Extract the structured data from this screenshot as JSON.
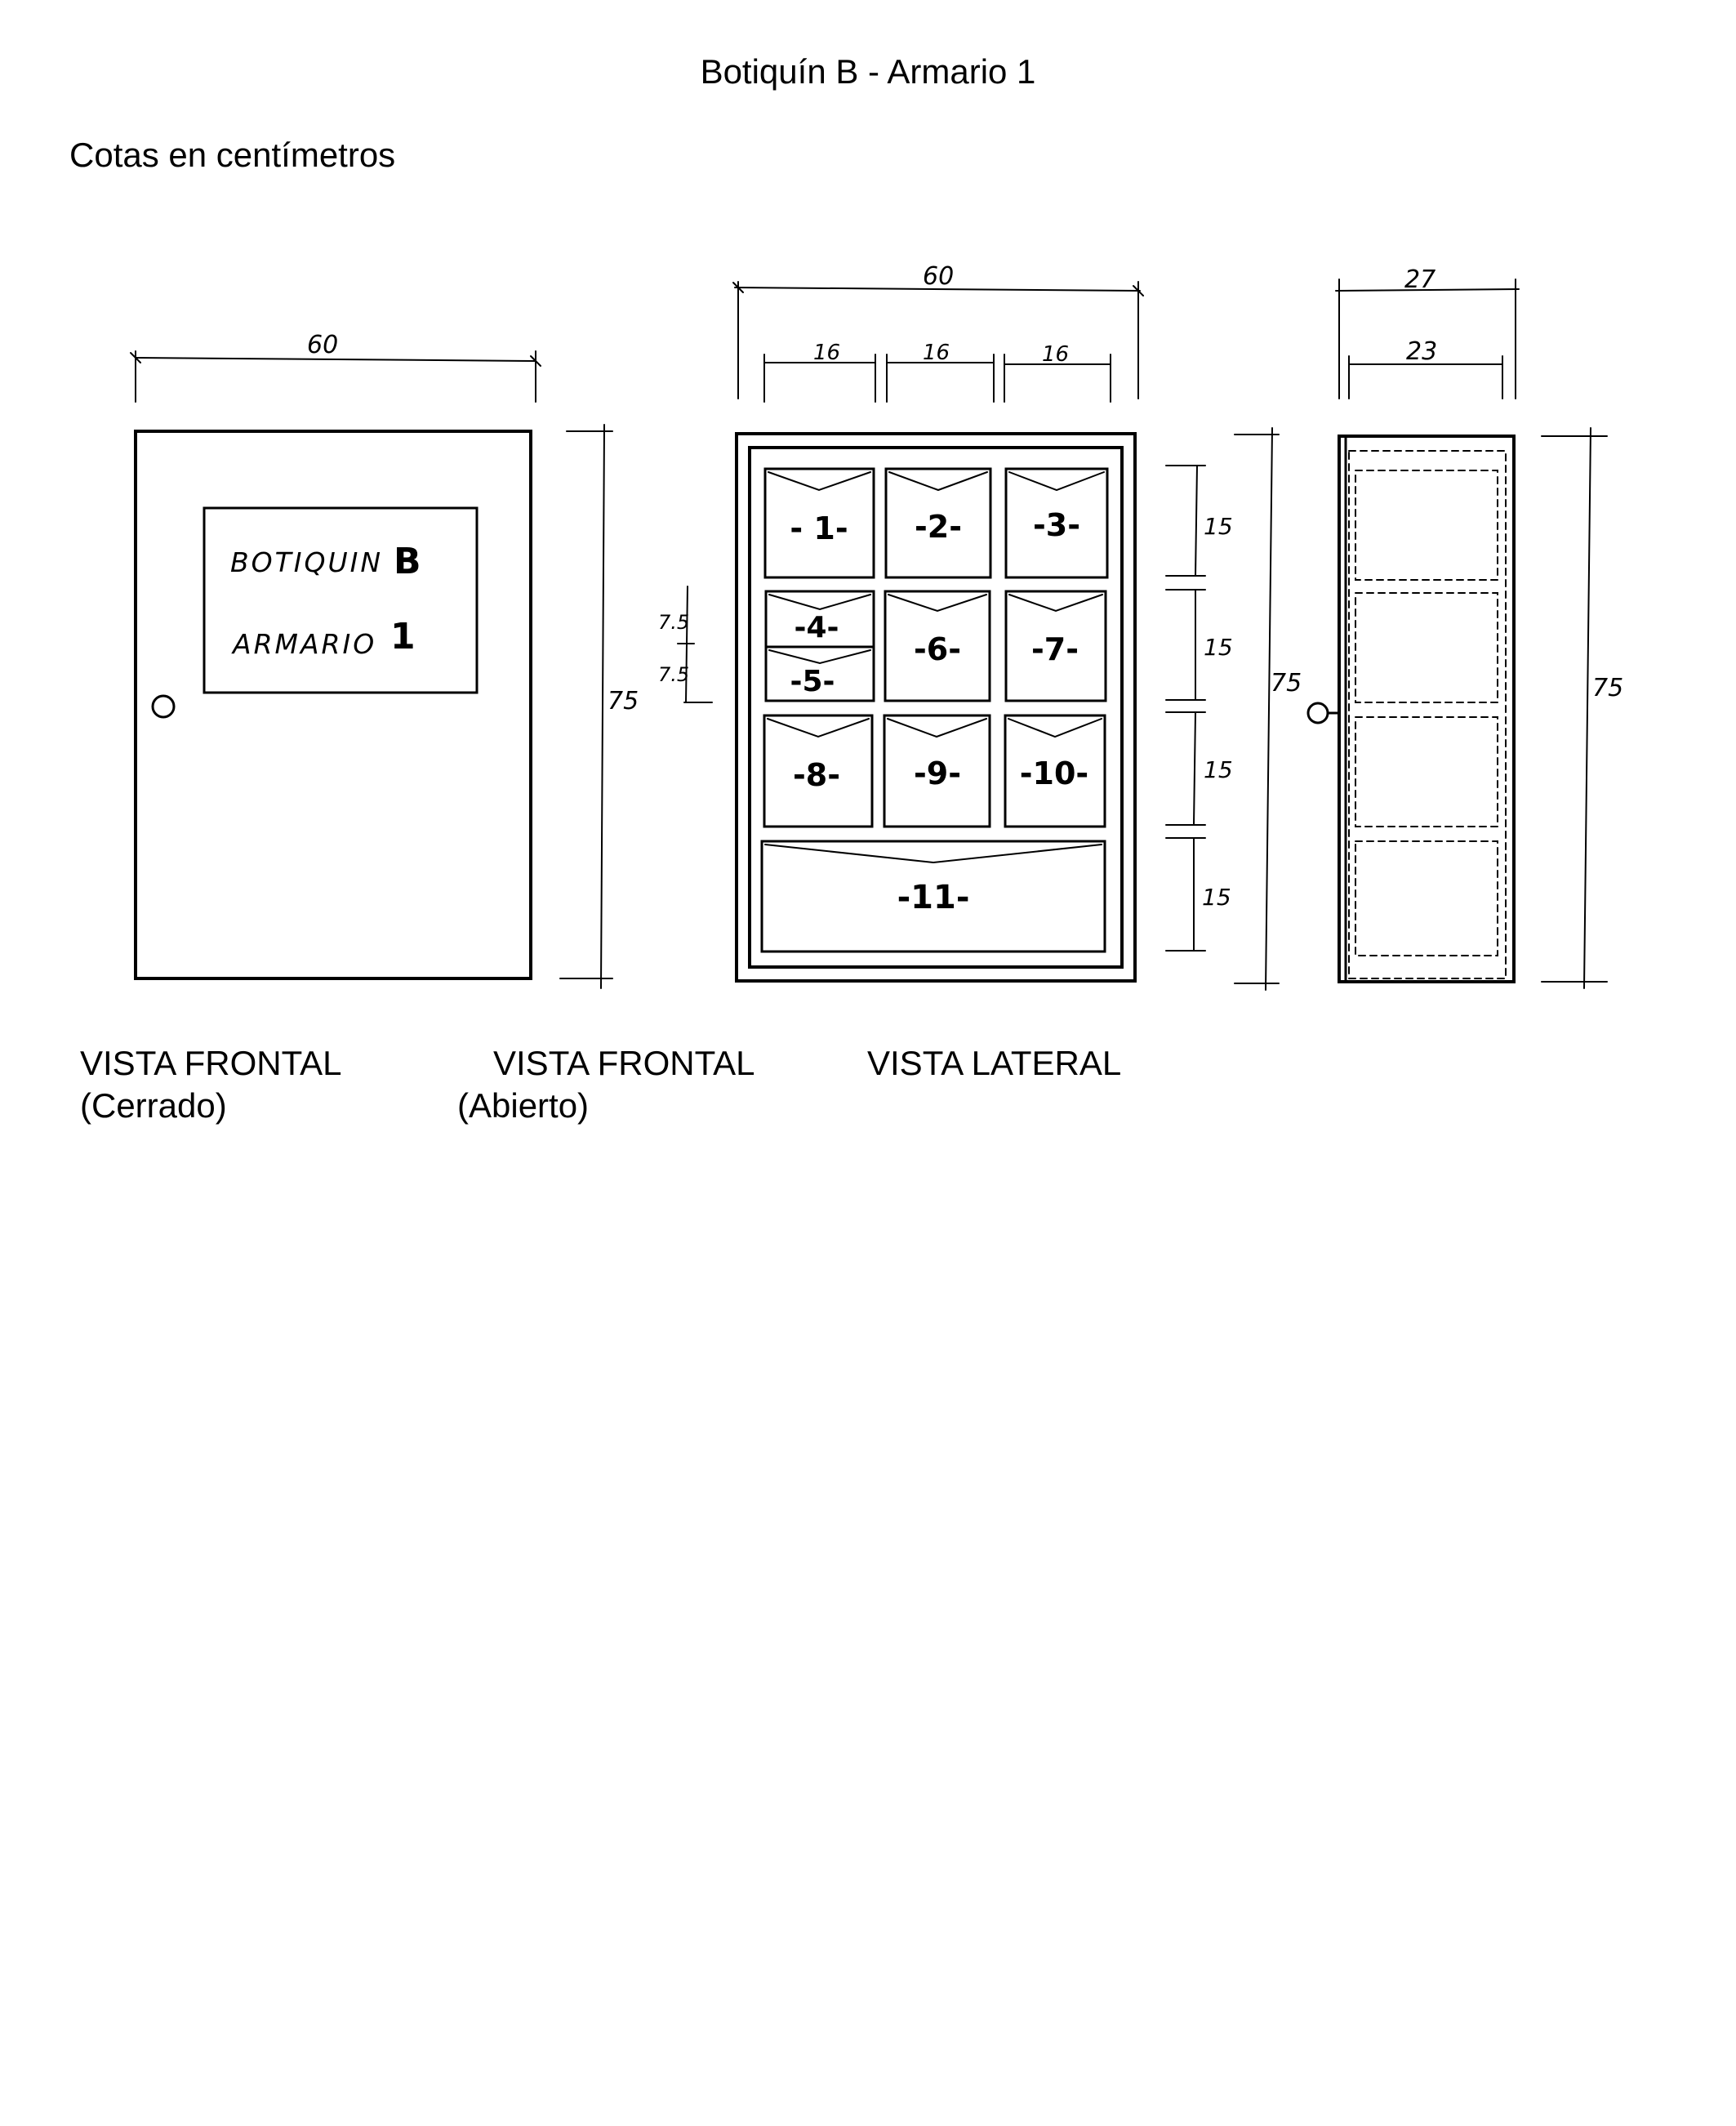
{
  "title": "Botiquín B - Armario 1",
  "subtitle": "Cotas en centímetros",
  "views": {
    "closed": {
      "caption": "VISTA FRONTAL",
      "caption_sub": "(Cerrado)",
      "sign_line1": "BOTIQUIN",
      "sign_line1_letter": "B",
      "sign_line2": "ARMARIO",
      "sign_line2_number": "1",
      "dim_width": "60",
      "dim_height": "75"
    },
    "open": {
      "caption": "VISTA FRONTAL",
      "caption_sub": "(Abierto)",
      "dim_width": "60",
      "dim_cols": [
        "16",
        "16",
        "16"
      ],
      "dim_rows": [
        "15",
        "15",
        "15",
        "15"
      ],
      "dim_height": "75",
      "dim_half_rows": [
        "7.5",
        "7.5"
      ],
      "compartments": [
        "- 1-",
        "-2-",
        "-3-",
        "-4-",
        "-5-",
        "-6-",
        "-7-",
        "-8-",
        "-9-",
        "-10-",
        "-11-"
      ]
    },
    "side": {
      "caption": "VISTA LATERAL",
      "dim_depth_outer": "27",
      "dim_depth_inner": "23",
      "dim_height": "75"
    }
  }
}
